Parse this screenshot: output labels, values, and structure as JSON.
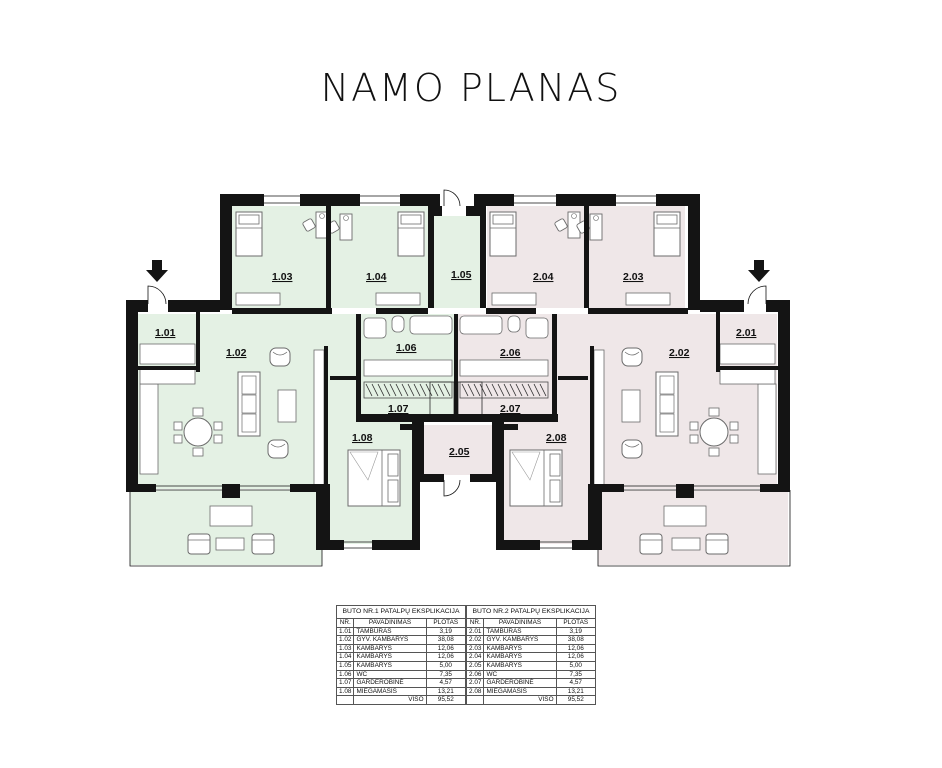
{
  "title": "NAMO PLANAS",
  "colors": {
    "unit1": "#e4f1e4",
    "unit2": "#efe7e8",
    "wall": "#141414",
    "furniture": "#6b6b6b"
  },
  "rooms": [
    {
      "id": "r101",
      "label": "1.01",
      "unit": 1
    },
    {
      "id": "r102",
      "label": "1.02",
      "unit": 1
    },
    {
      "id": "r103",
      "label": "1.03",
      "unit": 1
    },
    {
      "id": "r104",
      "label": "1.04",
      "unit": 1
    },
    {
      "id": "r105",
      "label": "1.05",
      "unit": 1
    },
    {
      "id": "r106",
      "label": "1.06",
      "unit": 1
    },
    {
      "id": "r107",
      "label": "1.07",
      "unit": 1
    },
    {
      "id": "r108",
      "label": "1.08",
      "unit": 1
    },
    {
      "id": "r201",
      "label": "2.01",
      "unit": 2
    },
    {
      "id": "r202",
      "label": "2.02",
      "unit": 2
    },
    {
      "id": "r203",
      "label": "2.03",
      "unit": 2
    },
    {
      "id": "r204",
      "label": "2.04",
      "unit": 2
    },
    {
      "id": "r205",
      "label": "2.05",
      "unit": 2
    },
    {
      "id": "r206",
      "label": "2.06",
      "unit": 2
    },
    {
      "id": "r207",
      "label": "2.07",
      "unit": 2
    },
    {
      "id": "r208",
      "label": "2.08",
      "unit": 2
    }
  ],
  "tables": [
    {
      "caption": "BUTO NR.1 PATALPŲ EKSPLIKACIJA",
      "headers": [
        "NR.",
        "PAVADINIMAS",
        "PLOTAS"
      ],
      "rows": [
        [
          "1.01",
          "TAMBŪRAS",
          "3,19"
        ],
        [
          "1.02",
          "GYV. KAMBARYS",
          "38,08"
        ],
        [
          "1.03",
          "KAMBARYS",
          "12,06"
        ],
        [
          "1.04",
          "KAMBARYS",
          "12,06"
        ],
        [
          "1.05",
          "KAMBARYS",
          "5,00"
        ],
        [
          "1.06",
          "WC",
          "7,35"
        ],
        [
          "1.07",
          "GARDEROBINĖ",
          "4,57"
        ],
        [
          "1.08",
          "MIEGAMASIS",
          "13,21"
        ]
      ],
      "total_label": "VISO",
      "total": "95,52"
    },
    {
      "caption": "BUTO NR.2 PATALPŲ EKSPLIKACIJA",
      "headers": [
        "NR.",
        "PAVADINIMAS",
        "PLOTAS"
      ],
      "rows": [
        [
          "2.01",
          "TAMBŪRAS",
          "3,19"
        ],
        [
          "2.02",
          "GYV. KAMBARYS",
          "38,08"
        ],
        [
          "2.03",
          "KAMBARYS",
          "12,06"
        ],
        [
          "2.04",
          "KAMBARYS",
          "12,06"
        ],
        [
          "2.05",
          "KAMBARYS",
          "5,00"
        ],
        [
          "2.06",
          "WC",
          "7,35"
        ],
        [
          "2.07",
          "GARDEROBINĖ",
          "4,57"
        ],
        [
          "2.08",
          "MIEGAMASIS",
          "13,21"
        ]
      ],
      "total_label": "VISO",
      "total": "95,52"
    }
  ]
}
